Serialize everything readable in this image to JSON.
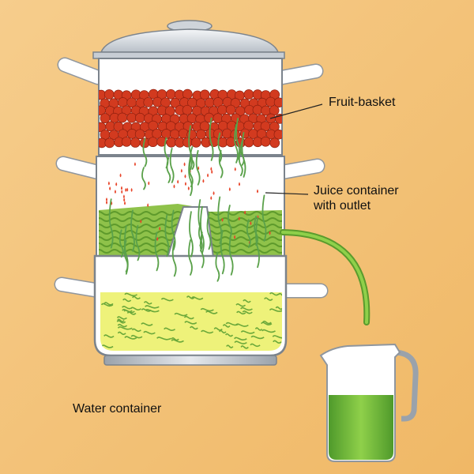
{
  "labels": {
    "fruit_basket": "Fruit-basket",
    "juice_line1": "Juice container",
    "juice_line2": "with outlet",
    "water_container": "Water container"
  },
  "colors": {
    "background": "#f3c27a",
    "fruit": "#d23a1f",
    "juice": "#7fb43a",
    "water": "#e9ef6a",
    "steel": "#c9cfd6",
    "steam": "#5aa14a"
  }
}
